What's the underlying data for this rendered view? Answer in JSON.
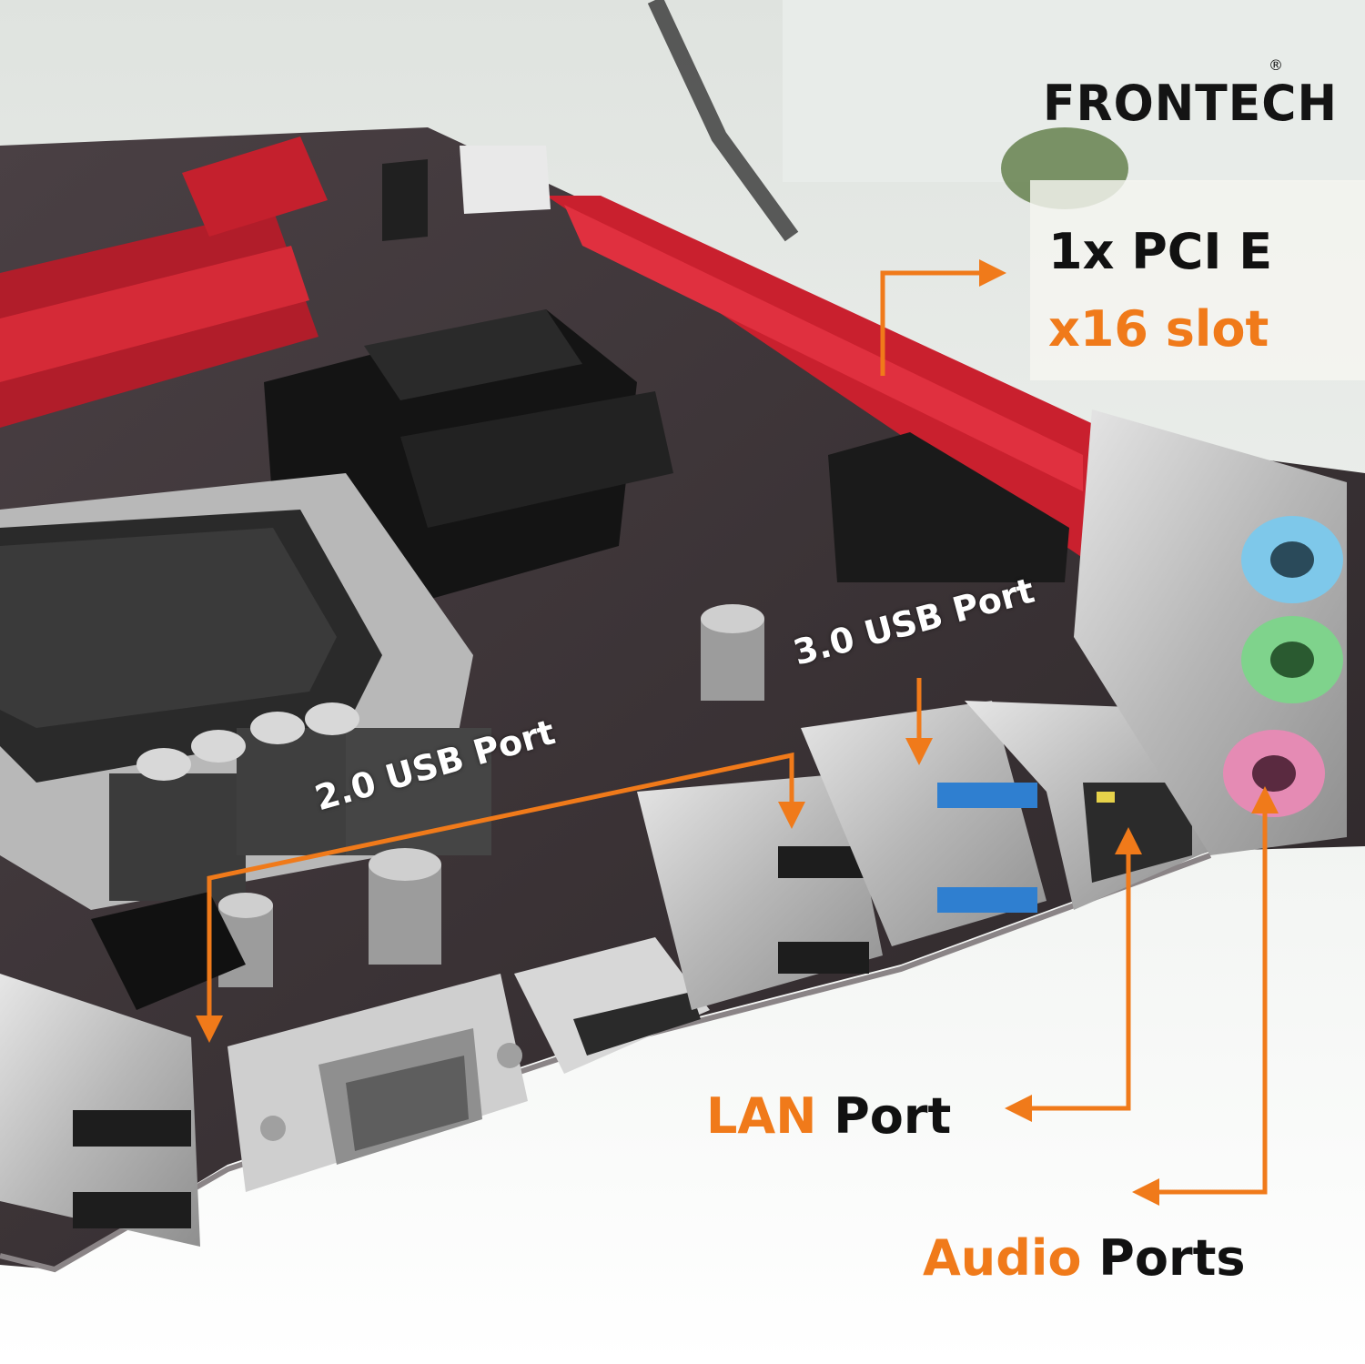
{
  "brand": {
    "name": "FRONTECH",
    "registered_mark": "®"
  },
  "callouts": {
    "pci": {
      "line1": "1x PCI E",
      "line2": "x16 slot"
    },
    "usb3": "3.0 USB Port",
    "usb2": "2.0 USB Port",
    "lan": {
      "accent": "LAN",
      "rest": " Port"
    },
    "audio": {
      "accent": "Audio",
      "rest": " Ports"
    }
  },
  "colors": {
    "accent": "#f07a1a",
    "dark_text": "#111111",
    "pcb": "#3a3234",
    "dimm_red": "#c0202c",
    "silver": "#c9c9c9",
    "usb3_blue": "#2f7fd0",
    "audio_blue": "#7ec8ea",
    "audio_green": "#7fd38c",
    "audio_pink": "#e58bb4"
  }
}
